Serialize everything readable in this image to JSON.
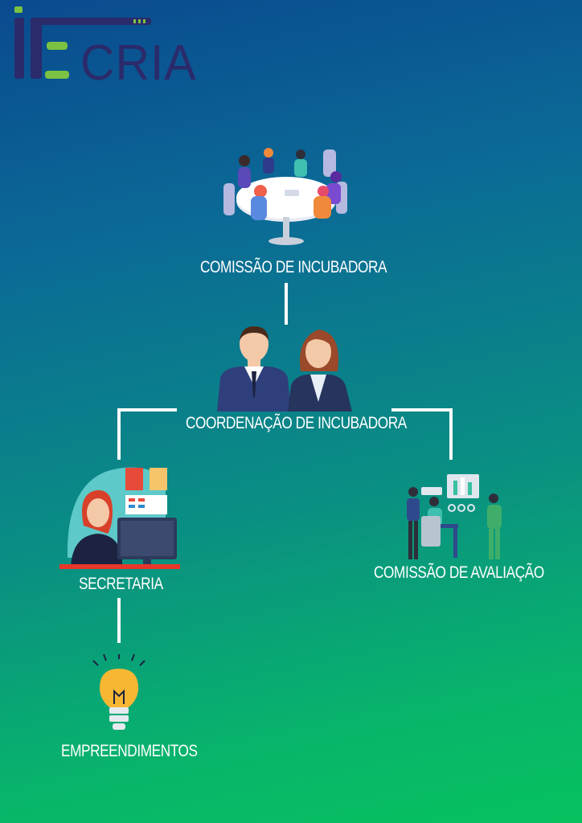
{
  "logo": {
    "text": "CRIA"
  },
  "nodes": {
    "comissao_incubadora": "COMISSÃO DE INCUBADORA",
    "coordenacao": "COORDENAÇÃO DE INCUBADORA",
    "secretaria": "SECRETARIA",
    "comissao_avaliacao": "COMISSÃO DE AVALIAÇÃO",
    "empreendimentos": "EMPREENDIMENTOS"
  },
  "colors": {
    "logo_navy": "#2b2a6b",
    "logo_green": "#7cc242",
    "connector": "#ffffff"
  }
}
